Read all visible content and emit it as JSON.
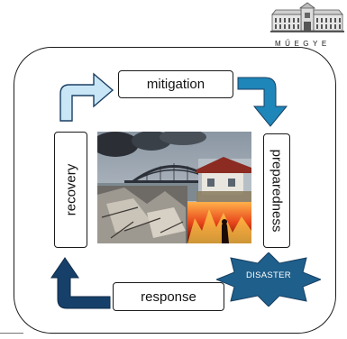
{
  "logo": {
    "text": "MŰEGYE",
    "icon": "university-building-icon"
  },
  "phases": {
    "mitigation": "mitigation",
    "preparedness": "preparedness",
    "response": "response",
    "recovery": "recovery"
  },
  "disaster_label": "DISASTER",
  "center_image": "disaster-collage-photo",
  "colors": {
    "arrow_light": "#c9e6f7",
    "arrow_medium": "#1e86b8",
    "arrow_dark": "#16406a",
    "disaster_fill": "#1f5f8b",
    "frame": "#1c1c1c"
  }
}
